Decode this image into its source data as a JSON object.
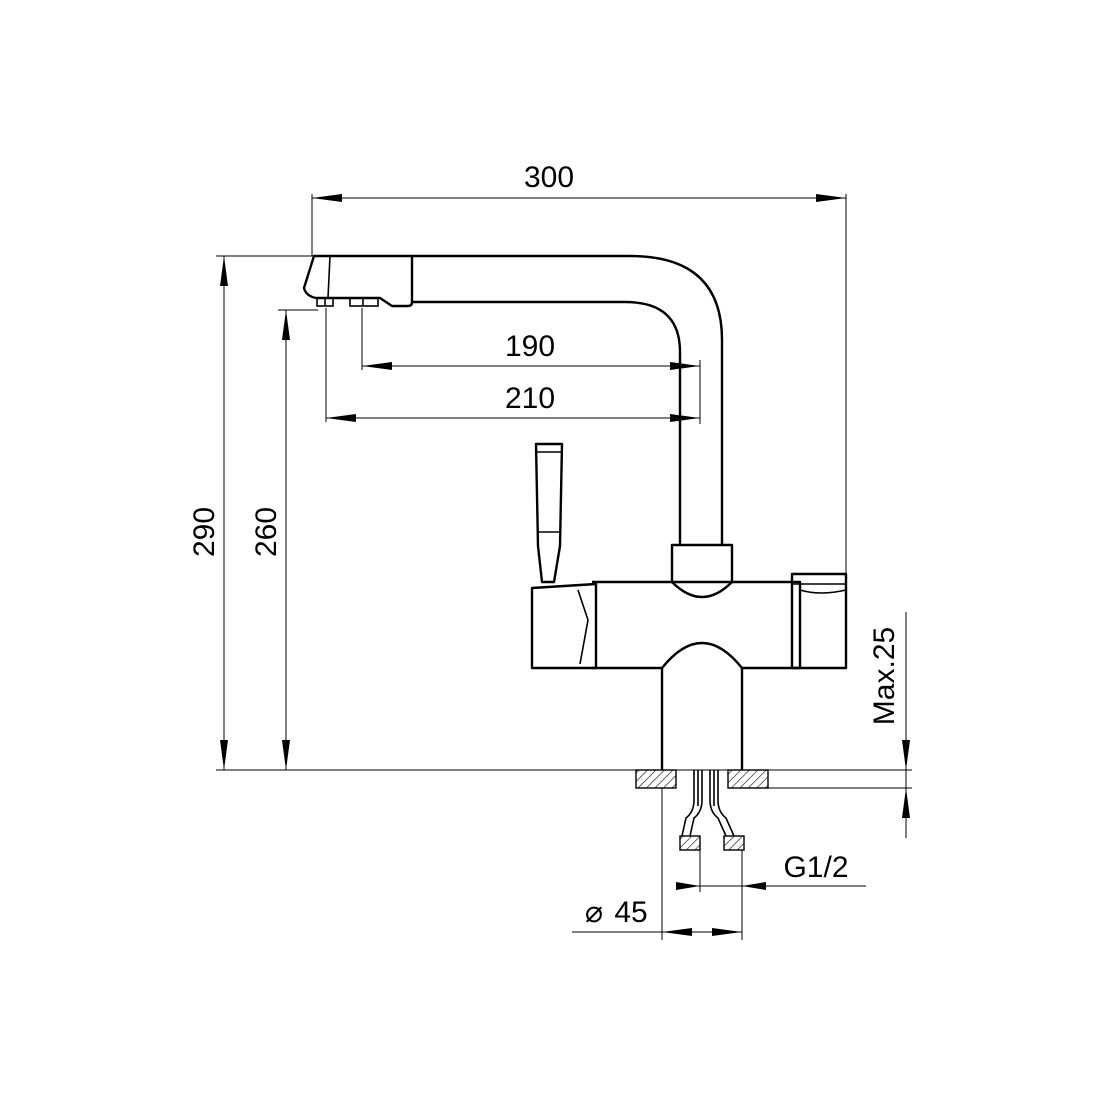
{
  "dimensions": {
    "overall_width": "300",
    "spout_reach_inner": "190",
    "spout_reach_outer": "210",
    "overall_height": "290",
    "spout_height": "260",
    "max_counter_thickness": "Max.25",
    "base_diameter": "45",
    "thread_size": "G1/2"
  },
  "symbols": {
    "diameter_symbol": "⌀"
  },
  "colors": {
    "line": "#000000",
    "background": "#ffffff"
  }
}
